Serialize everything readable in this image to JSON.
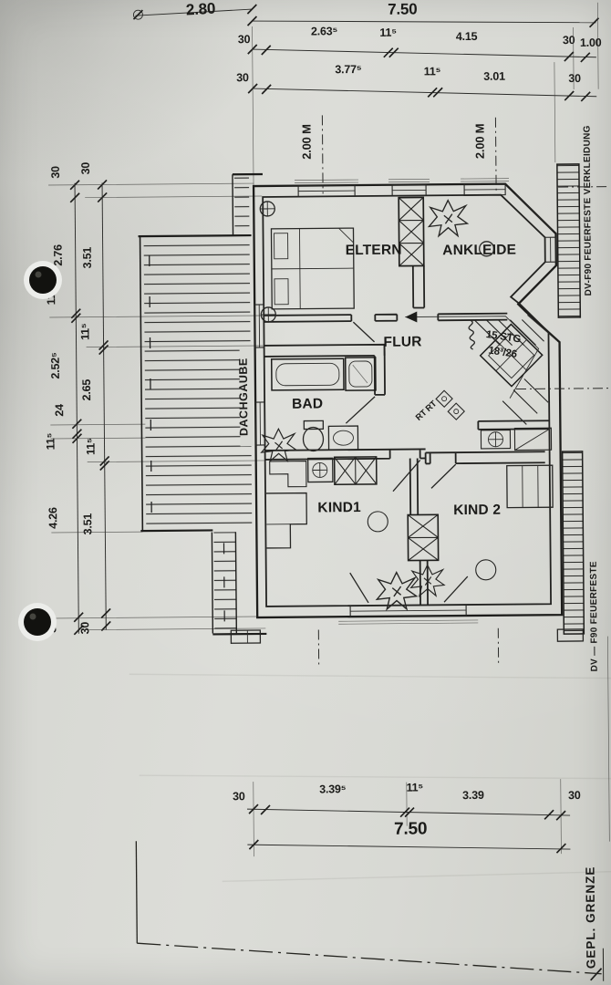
{
  "dimensions": {
    "top": {
      "overall_left": "2.80",
      "overall_right": "7.50",
      "row1": [
        "30",
        "2.63⁵",
        "11⁵",
        "4.15",
        "30",
        "1.00"
      ],
      "row2": [
        "30",
        "3.77⁵",
        "11⁵",
        "3.01",
        "30"
      ]
    },
    "left": {
      "outer": [
        "30",
        "2.76",
        "11⁵",
        "2.52⁵",
        "24",
        "11⁵",
        "4.26",
        "30"
      ],
      "inner": [
        "30",
        "3.51",
        "11⁵",
        "2.65",
        "11⁵",
        "3.51",
        "30"
      ]
    },
    "bottom": {
      "row": [
        "30",
        "3.39⁵",
        "11⁵",
        "3.39",
        "30"
      ],
      "overall": "7.50"
    },
    "height_marks": [
      "2.00 M",
      "2.00 M"
    ]
  },
  "rooms": {
    "eltern": "ELTERN",
    "ankleide": "ANKLEIDE",
    "flur": "FLUR",
    "bad": "BAD",
    "dachgaube": "DACHGAUBE",
    "kind1": "KIND1",
    "kind2": "KIND 2"
  },
  "stairs": {
    "line1": "15 STG",
    "line2": "18³/26"
  },
  "annotations": {
    "rt": "RT RT",
    "cladding_top": "DV-F90 FEUERFESTE VERKLEIDUNG",
    "cladding_bottom": "DV — F90 FEUERFESTE",
    "boundary": "GEPL. GRENZE"
  },
  "colors": {
    "paper": "#d8d9d4",
    "ink": "#1c1c1a"
  }
}
